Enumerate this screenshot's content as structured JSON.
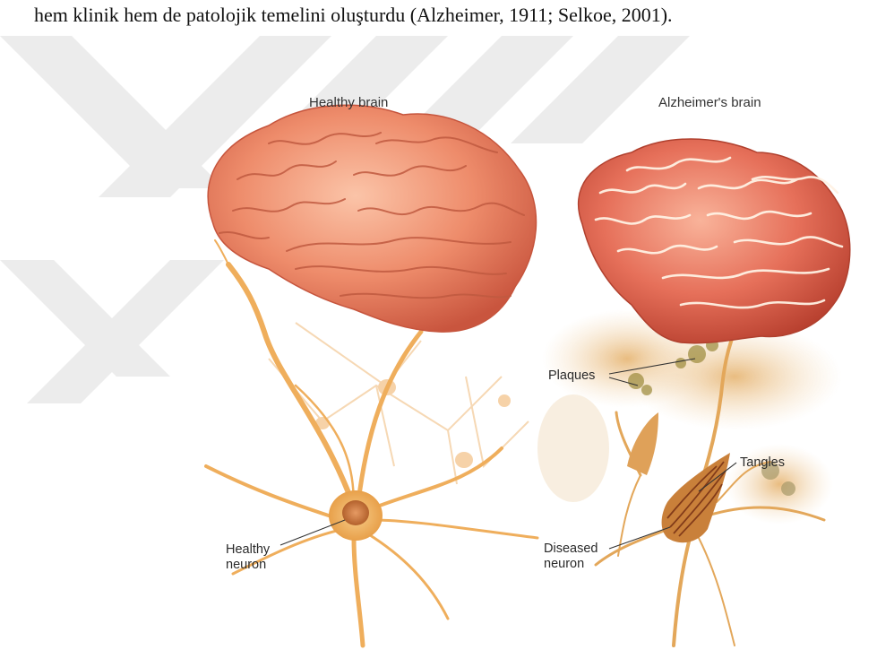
{
  "document": {
    "body_text": "hem klinik hem de patolojik temelini oluşturdu (Alzheimer, 1911; Selkoe, 2001)."
  },
  "figure": {
    "left_panel_title": "Healthy brain",
    "right_panel_title": "Alzheimer's brain",
    "callouts": {
      "healthy_neuron_line1": "Healthy",
      "healthy_neuron_line2": "neuron",
      "plaques": "Plaques",
      "tangles": "Tangles",
      "diseased_neuron_line1": "Diseased",
      "diseased_neuron_line2": "neuron"
    }
  },
  "colors": {
    "watermark": "#ececec",
    "brain_healthy": "#ec8a6a",
    "brain_alzheimer": "#e86b55",
    "neuron": "#f1b768",
    "neuron_dark": "#d58a35",
    "plaque": "#d99a3c",
    "tangle": "#8a3d1e"
  }
}
